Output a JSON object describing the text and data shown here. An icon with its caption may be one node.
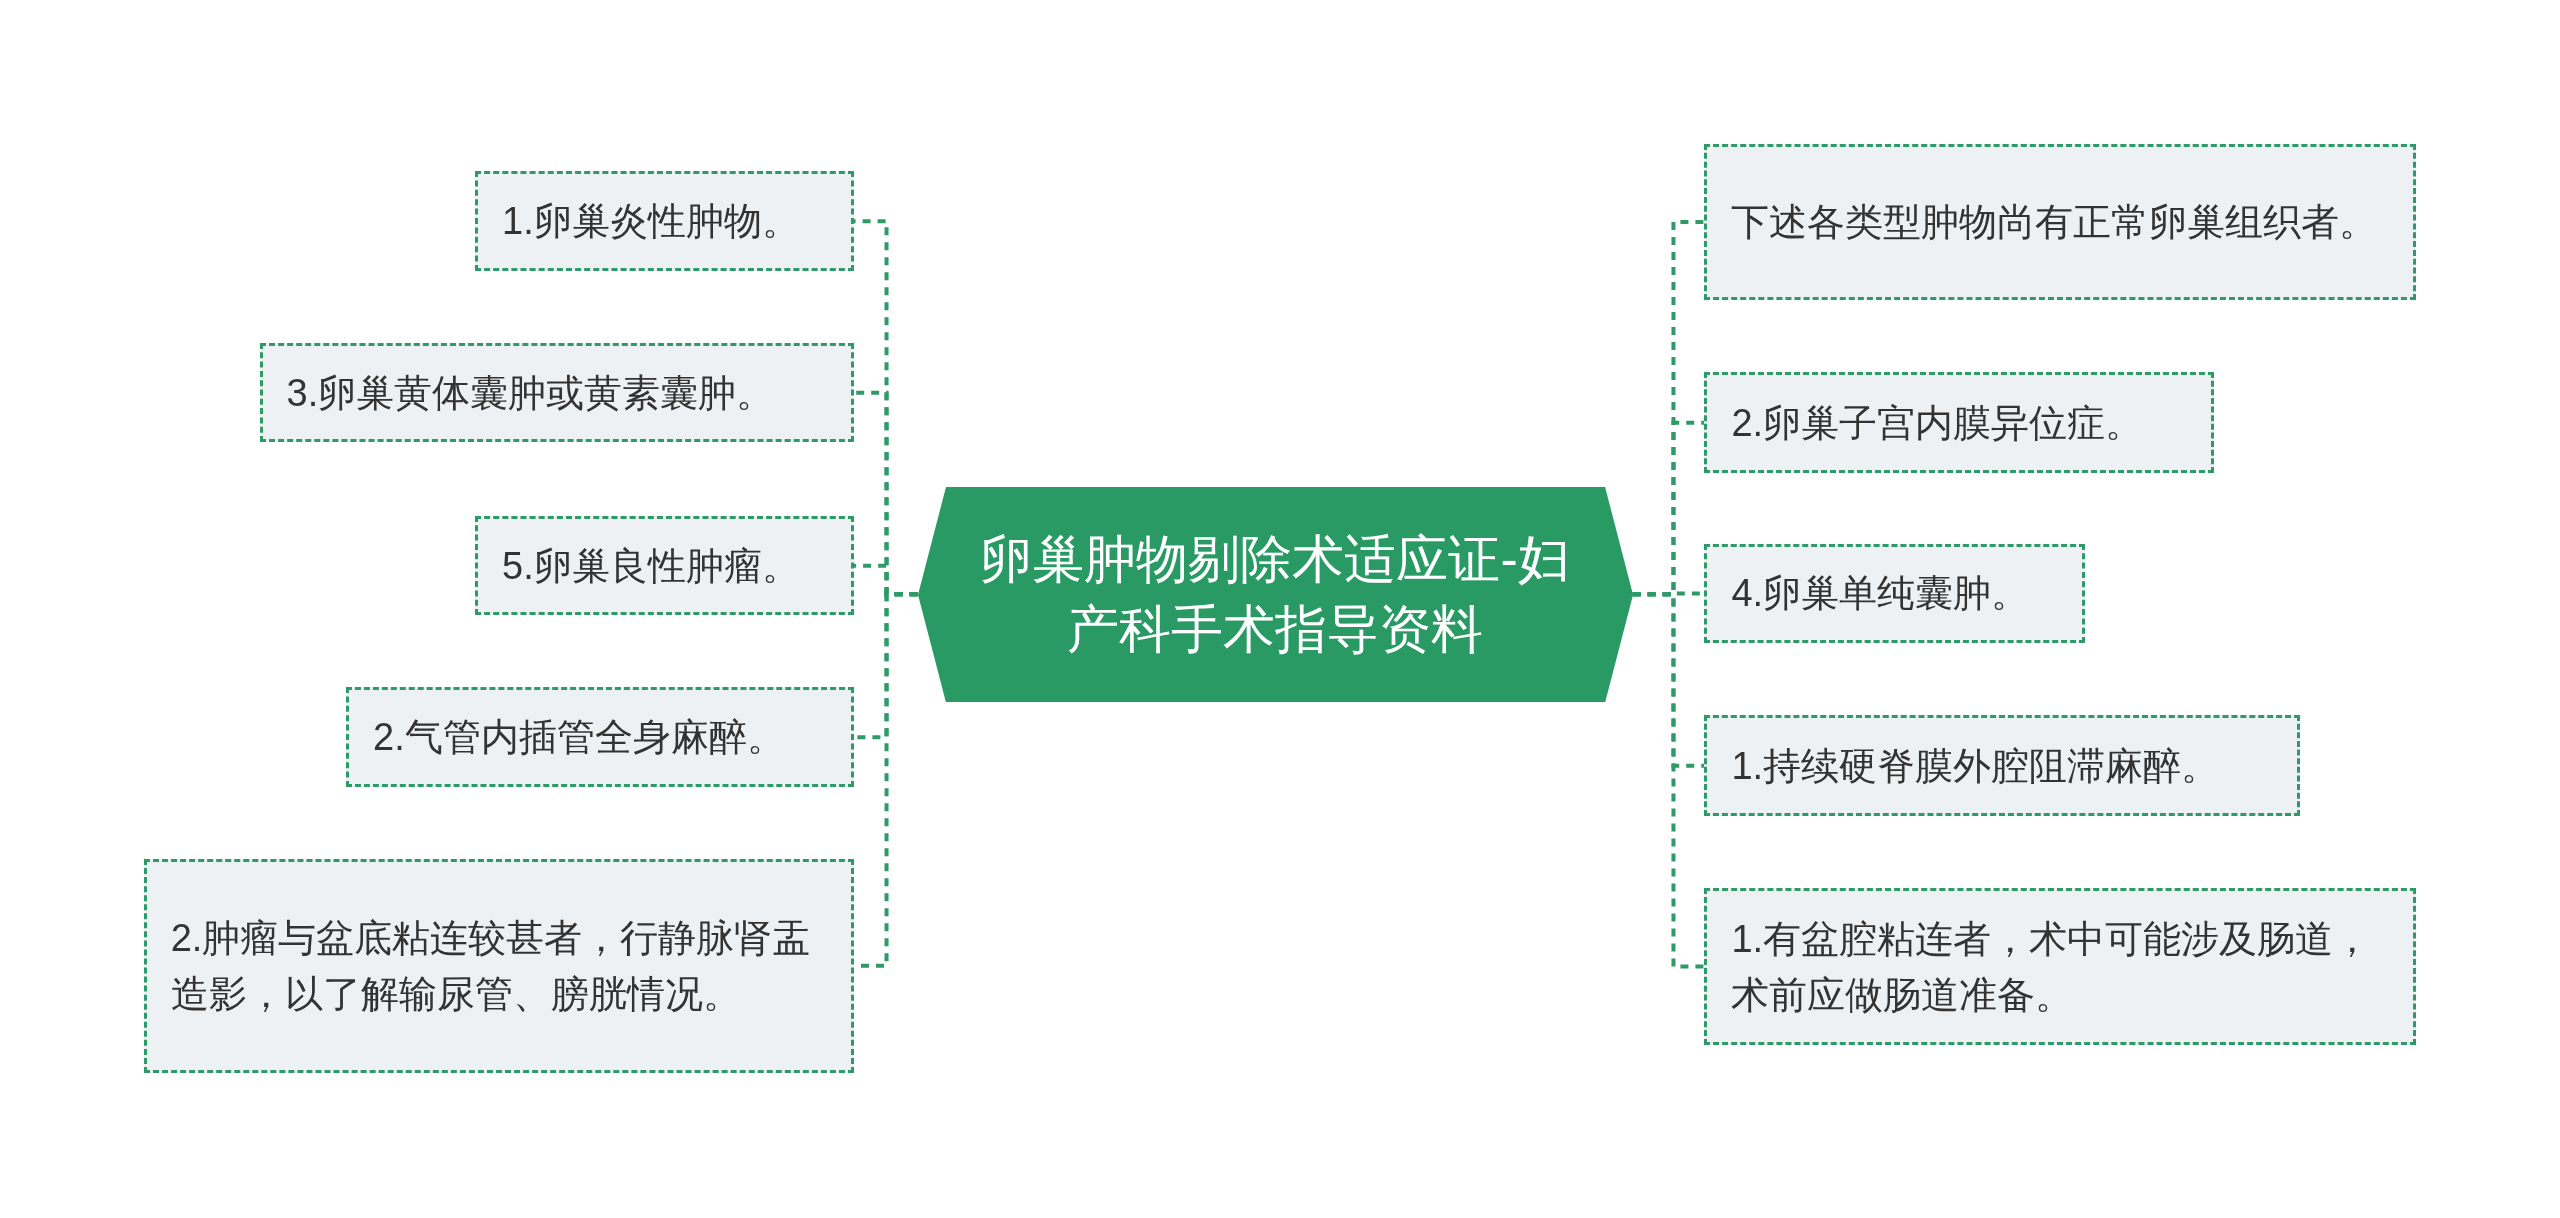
{
  "diagram": {
    "nodes": [
      {
        "text": [
          "卵巢肿物剔除术适应证-妇产科手术指导资料"
        ]
      },
      {
        "text": [
          "1.卵巢炎性肿物。"
        ]
      },
      {
        "text": [
          "3.卵巢黄体囊肿或黄素囊肿。"
        ]
      },
      {
        "text": [
          "5.卵巢良性肿瘤。"
        ]
      },
      {
        "text": [
          "2.气管内插管全身麻醉。"
        ]
      },
      {
        "text": [
          "2.肿瘤与盆底粘连较甚者，行静脉肾盂造影，以了解输尿管、膀胱情况。"
        ]
      },
      {
        "text": [
          "下述各类型肿物尚有正常卵巢组织者。"
        ]
      },
      {
        "text": [
          "2.卵巢子宫内膜异位症。"
        ]
      },
      {
        "text": [
          "4.卵巢单纯囊肿。"
        ]
      },
      {
        "text": [
          "1.持续硬脊膜外腔阻滞麻醉。"
        ]
      },
      {
        "text": [
          "1.有盆腔粘连者，术中可能涉及肠道，术前应做肠道准备。"
        ]
      }
    ],
    "edges": [
      {
        "from": 0,
        "to": 1,
        "arrow": "none"
      },
      {
        "from": 0,
        "to": 2,
        "arrow": "none"
      },
      {
        "from": 0,
        "to": 3,
        "arrow": "none"
      },
      {
        "from": 0,
        "to": 4,
        "arrow": "none"
      },
      {
        "from": 0,
        "to": 5,
        "arrow": "none"
      },
      {
        "from": 0,
        "to": 6,
        "arrow": "none"
      },
      {
        "from": 0,
        "to": 7,
        "arrow": "none"
      },
      {
        "from": 0,
        "to": 8,
        "arrow": "none"
      },
      {
        "from": 0,
        "to": 9,
        "arrow": "none"
      },
      {
        "from": 0,
        "to": 10,
        "arrow": "none"
      }
    ]
  }
}
